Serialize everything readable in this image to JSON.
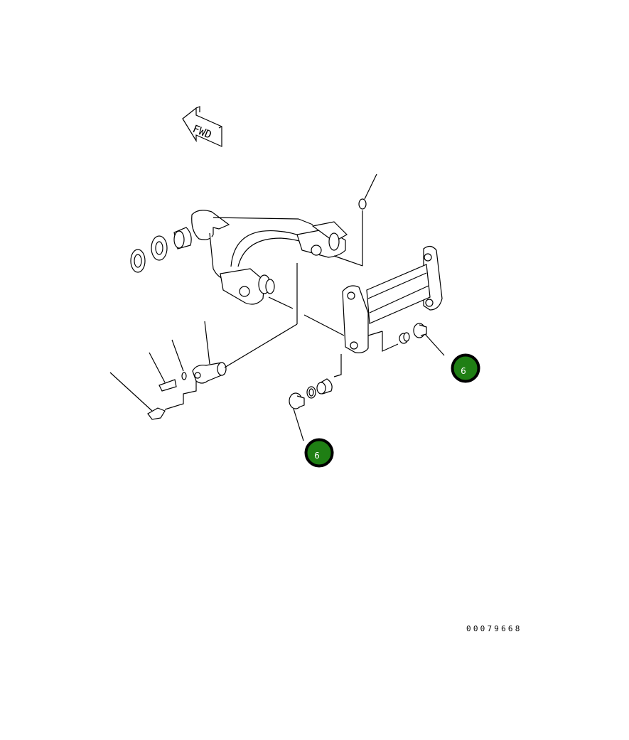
{
  "fwd_label": "FWD",
  "drawing_number": "00079668",
  "callouts": [
    {
      "id": "callout-upper",
      "label": "6"
    },
    {
      "id": "callout-lower",
      "label": "6"
    }
  ],
  "colors": {
    "callout_fill": "#1f7f14",
    "line": "#000000",
    "background": "#ffffff"
  },
  "icons": [
    "fwd-arrow-icon"
  ]
}
